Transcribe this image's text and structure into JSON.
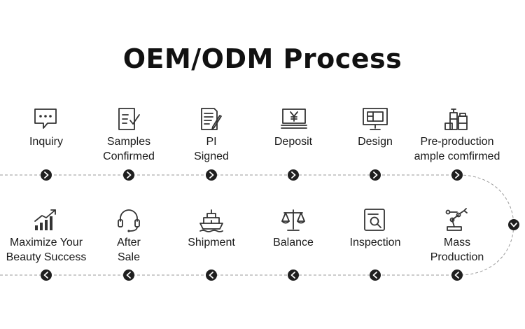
{
  "title": "OEM/ODM Process",
  "top_row": [
    {
      "id": "inquiry",
      "label_lines": [
        "Inquiry"
      ],
      "icon": "chat-bubble-icon"
    },
    {
      "id": "samples",
      "label_lines": [
        "Samples",
        "Confirmed"
      ],
      "icon": "checklist-icon"
    },
    {
      "id": "pi",
      "label_lines": [
        "PI",
        "Signed"
      ],
      "icon": "document-pen-icon"
    },
    {
      "id": "deposit",
      "label_lines": [
        "Deposit"
      ],
      "icon": "yen-bill-icon"
    },
    {
      "id": "design",
      "label_lines": [
        "Design"
      ],
      "icon": "monitor-icon"
    },
    {
      "id": "preproduction",
      "label_lines": [
        "Pre-production",
        "ample comfirmed"
      ],
      "icon": "cosmetic-bottles-icon"
    }
  ],
  "bottom_row": [
    {
      "id": "maximize",
      "label_lines": [
        "Maximize Your",
        "Beauty Success"
      ],
      "icon": "growth-chart-icon"
    },
    {
      "id": "after-sale",
      "label_lines": [
        "After",
        "Sale"
      ],
      "icon": "headset-icon"
    },
    {
      "id": "shipment",
      "label_lines": [
        "Shipment"
      ],
      "icon": "ship-icon"
    },
    {
      "id": "balance",
      "label_lines": [
        "Balance"
      ],
      "icon": "scale-icon"
    },
    {
      "id": "inspection",
      "label_lines": [
        "Inspection"
      ],
      "icon": "magnifier-doc-icon"
    },
    {
      "id": "mass-production",
      "label_lines": [
        "Mass",
        "Production"
      ],
      "icon": "robot-arm-icon"
    }
  ],
  "colors": {
    "line": "#9a9a9a",
    "marker": "#1f1f1f",
    "text": "#1a1a1a"
  }
}
